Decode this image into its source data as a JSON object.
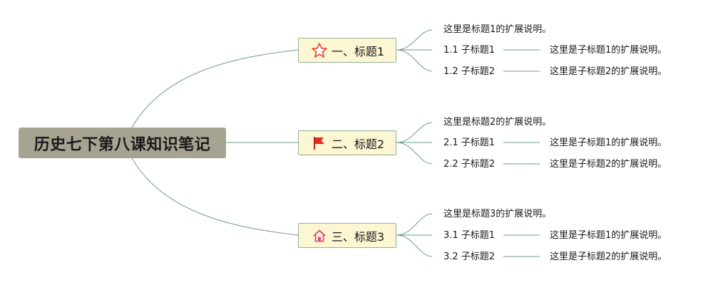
{
  "root": {
    "title": "历史七下第八课知识笔记"
  },
  "topics": [
    {
      "label": "一、标题1",
      "icon": "star-icon",
      "description": "这里是标题1的扩展说明。",
      "subtopics": [
        {
          "label": "1.1 子标题1",
          "description": "这里是子标题1的扩展说明。"
        },
        {
          "label": "1.2 子标题2",
          "description": "这里是子标题2的扩展说明。"
        }
      ]
    },
    {
      "label": "二、标题2",
      "icon": "flag-icon",
      "description": "这里是标题2的扩展说明。",
      "subtopics": [
        {
          "label": "2.1 子标题1",
          "description": "这里是子标题1的扩展说明。"
        },
        {
          "label": "2.2 子标题2",
          "description": "这里是子标题2的扩展说明。"
        }
      ]
    },
    {
      "label": "三、标题3",
      "icon": "home-icon",
      "description": "这里是标题3的扩展说明。",
      "subtopics": [
        {
          "label": "3.1 子标题1",
          "description": "这里是子标题1的扩展说明。"
        },
        {
          "label": "3.2 子标题2",
          "description": "这里是子标题2的扩展说明。"
        }
      ]
    }
  ],
  "colors": {
    "root_fill": "#a7a393",
    "topic_fill": "#fdf6d3",
    "topic_border": "#8fb298",
    "connector": "#6f9e86",
    "star": "#e0452e",
    "flag": "#e02a1f",
    "home": "#d9455f"
  }
}
